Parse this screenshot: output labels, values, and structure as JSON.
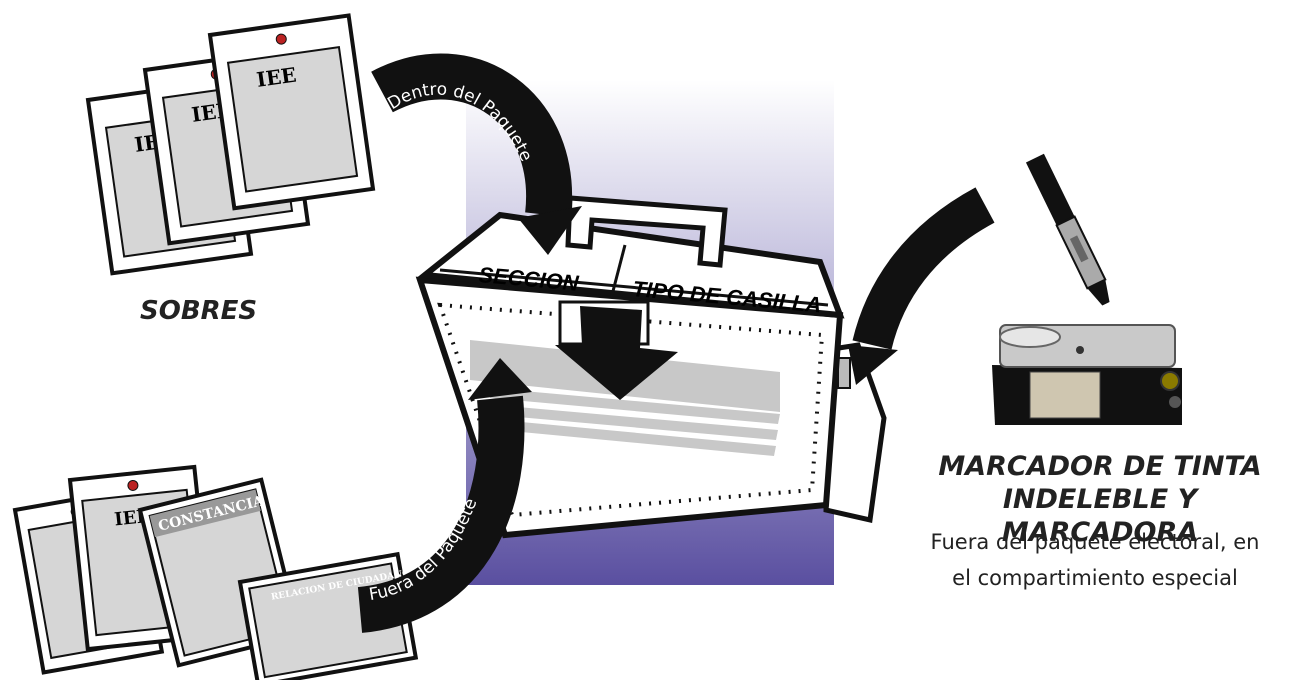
{
  "envelope_logo": "IEE",
  "labels": {
    "sobres": "SOBRES",
    "marcador_line1": "MARCADOR DE TINTA",
    "marcador_line2": "INDELEBLE Y MARCADORA",
    "marcador_desc_line1": "Fuera del paquete electoral, en",
    "marcador_desc_line2": "el compartimiento especial"
  },
  "arrows": {
    "inside": "Dentro del Paquete",
    "outside": "Fuera del Paquete"
  },
  "box": {
    "seccion": "SECCION",
    "tipo_casilla": "TIPO DE CASILLA"
  },
  "documents": {
    "constancia": "CONSTANCIA",
    "relacion": "RELACION DE CIUDADANOS"
  },
  "colors": {
    "background_gradient_top": "#ffffff",
    "background_gradient_bottom": "#5a4fa0",
    "ink": "#111111",
    "paper_gray": "#d6d6d6"
  }
}
